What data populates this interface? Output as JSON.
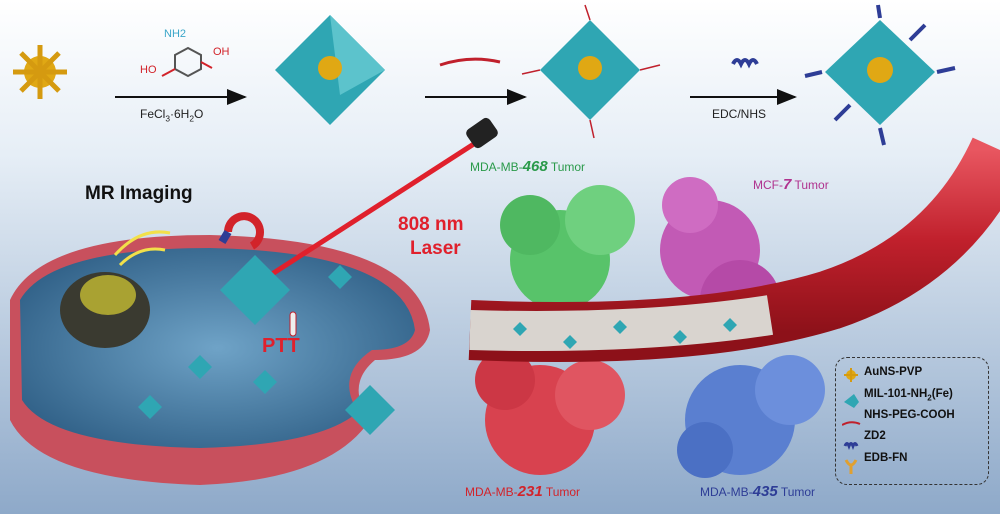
{
  "reaction": {
    "reagent_nh2": "NH2",
    "reagent_oh_left": "HO",
    "reagent_oh_right": "OH",
    "step1": {
      "a": "FeCl",
      "b": "3",
      "c": "·6H",
      "d": "2",
      "e": "O"
    },
    "step3": "EDC/NHS"
  },
  "cell": {
    "mr_imaging": "MR Imaging",
    "laser_line1": "808 nm",
    "laser_line2": "Laser",
    "ptt": "PTT"
  },
  "tumors": [
    {
      "prefix": "MDA-MB-",
      "num": "468",
      "suffix": " Tumor",
      "color": "#2a9a4a"
    },
    {
      "prefix": "MCF-",
      "num": "7",
      "suffix": " Tumor",
      "color": "#b0338f"
    },
    {
      "prefix": "MDA-MB-",
      "num": "231",
      "suffix": " Tumor",
      "color": "#d2232a"
    },
    {
      "prefix": "MDA-MB-",
      "num": "435",
      "suffix": " Tumor",
      "color": "#2e3d96"
    }
  ],
  "legend": [
    {
      "label": "AuNS-PVP",
      "icon": "gold-nanostar-icon"
    },
    {
      "label": "MIL-101-NH",
      "sub": "2",
      "tail": "(Fe)",
      "icon": "mof-octahedron-icon"
    },
    {
      "label": "NHS-PEG-COOH",
      "icon": "peg-chain-icon"
    },
    {
      "label": "ZD2",
      "icon": "zd2-peptide-icon"
    },
    {
      "label": "EDB-FN",
      "icon": "edb-fn-receptor-icon"
    }
  ]
}
